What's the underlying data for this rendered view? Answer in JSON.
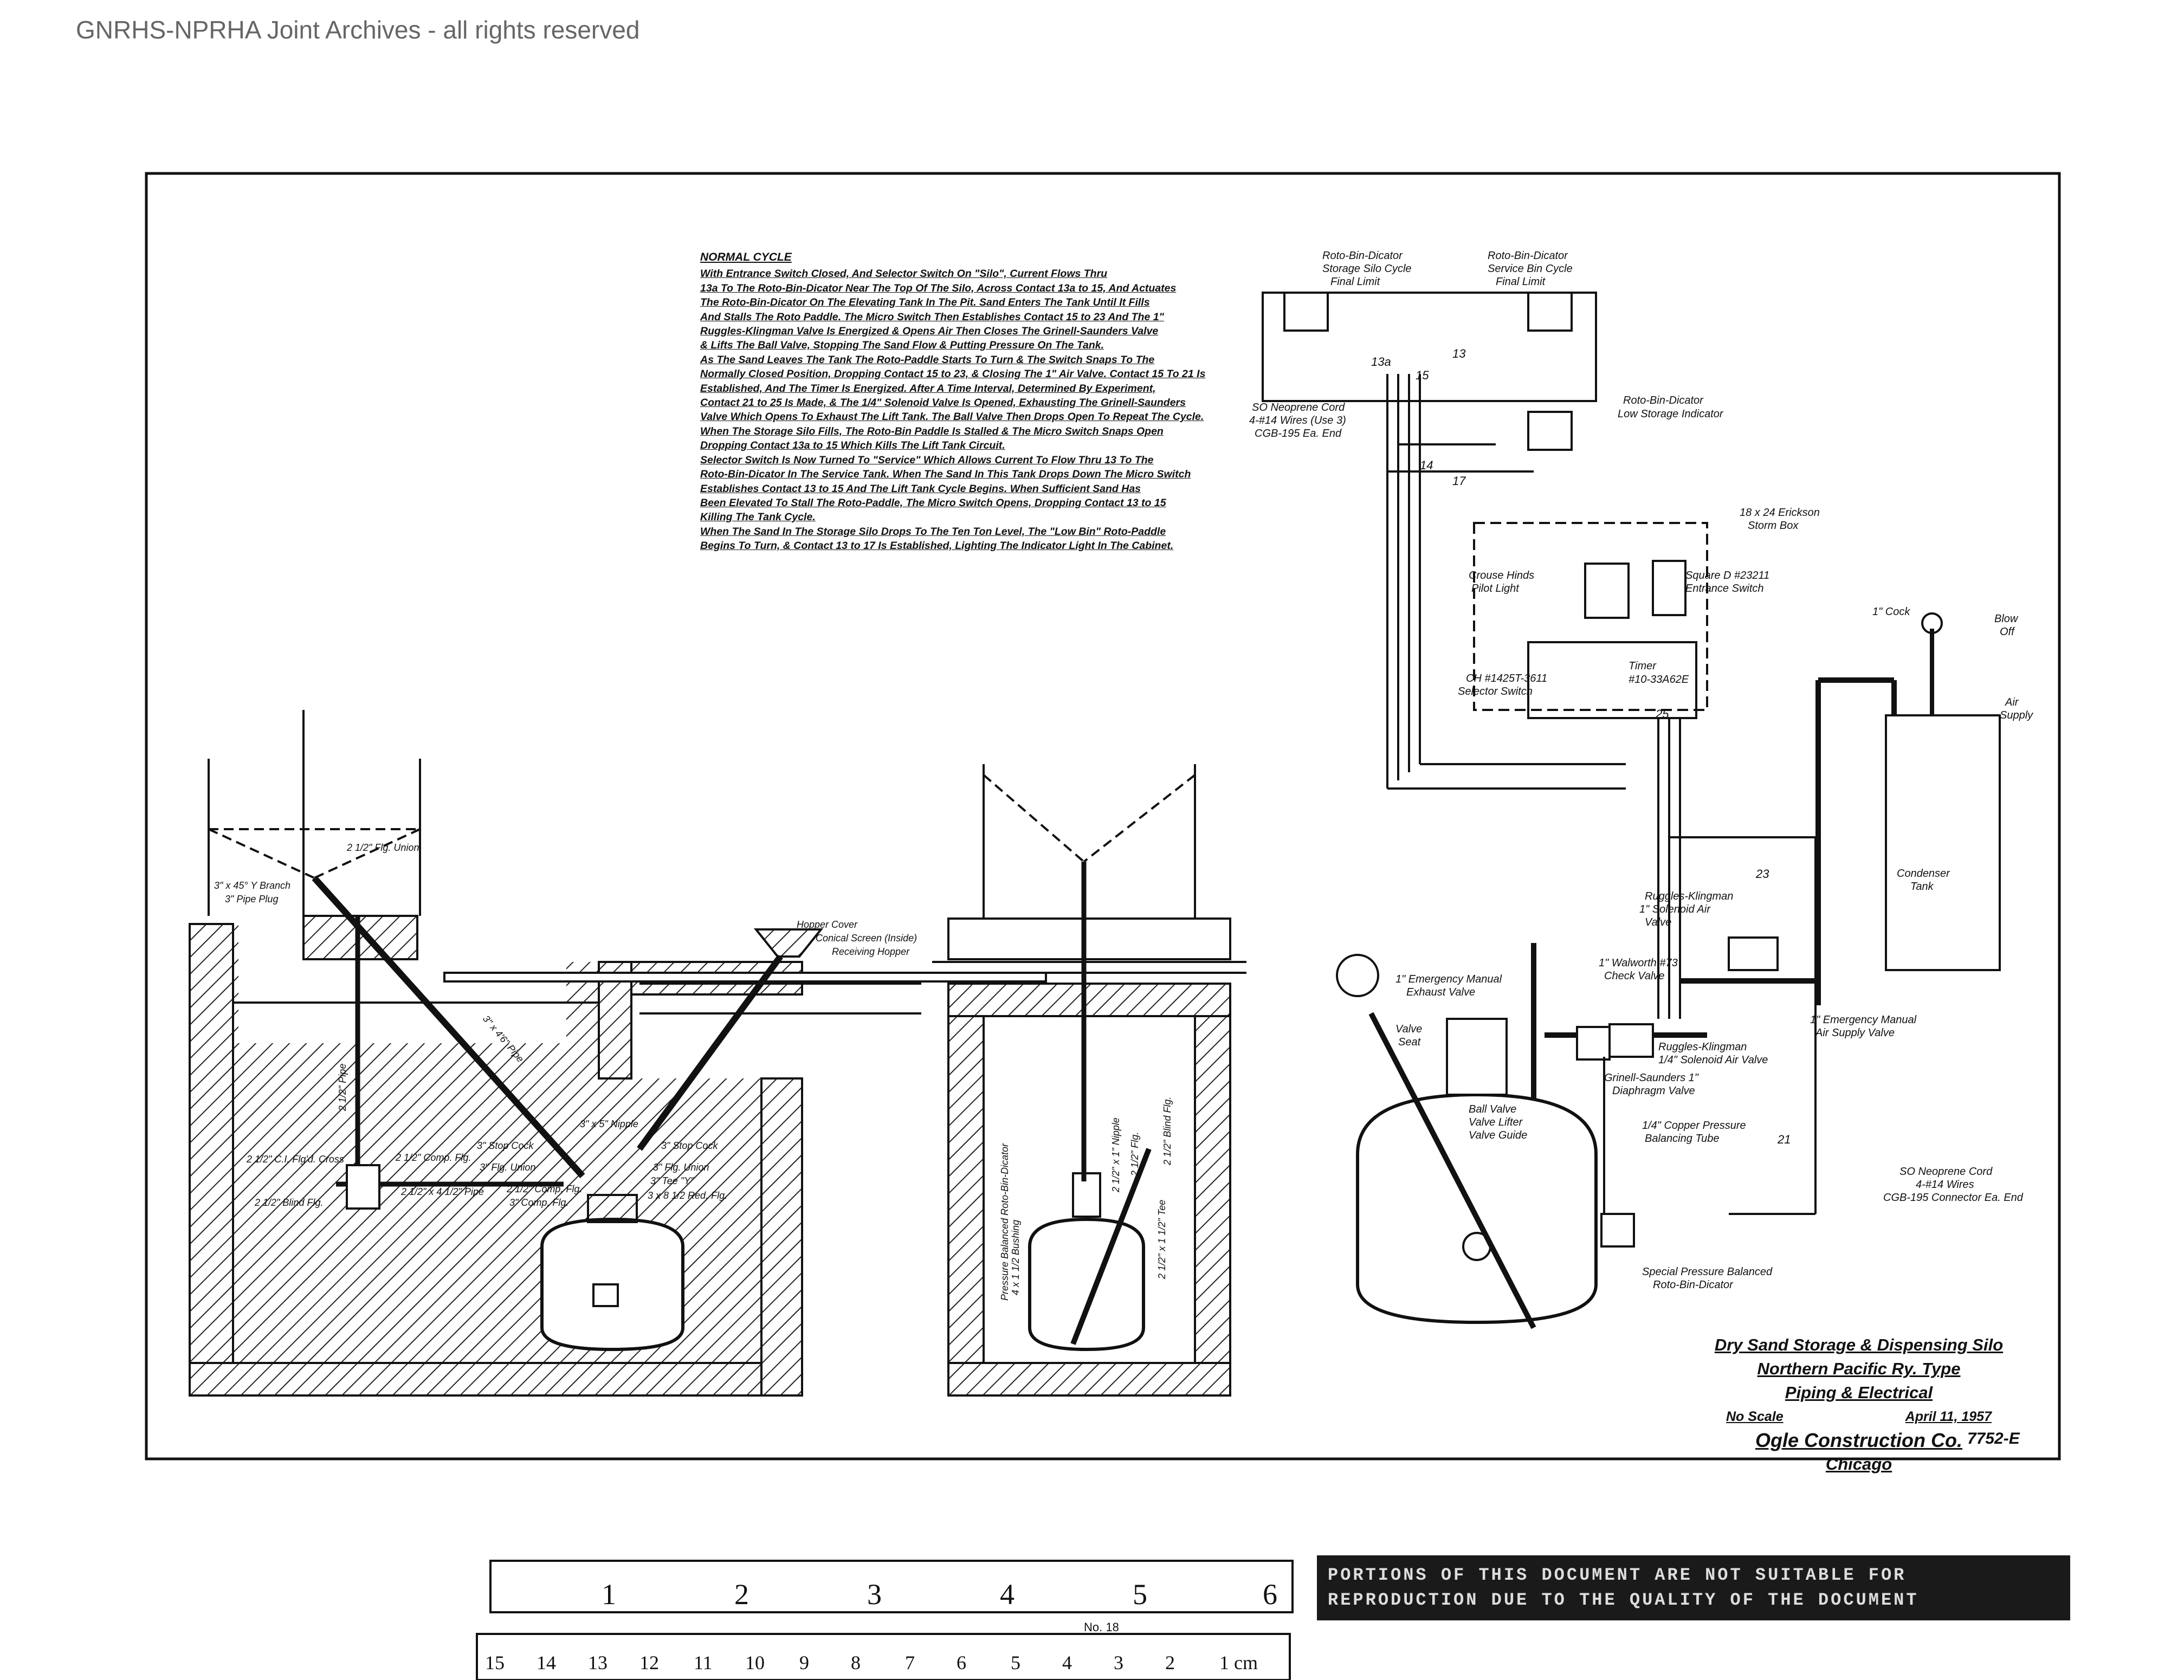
{
  "watermark": "GNRHS-NPRHA Joint Archives - all rights reserved",
  "notes": {
    "heading": "NORMAL CYCLE",
    "lines": [
      "With Entrance Switch Closed, And Selector Switch On \"Silo\", Current Flows Thru",
      "13a To The Roto-Bin-Dicator Near The Top Of The Silo, Across Contact 13a to 15, And Actuates",
      "The Roto-Bin-Dicator On The Elevating Tank In The Pit. Sand Enters The Tank Until It Fills",
      "And Stalls The Roto Paddle. The Micro Switch Then Establishes Contact 15 to 23 And The 1\"",
      "Ruggles-Klingman Valve Is Energized & Opens Air Then Closes The Grinell-Saunders Valve",
      "& Lifts The Ball Valve, Stopping The Sand Flow & Putting Pressure On The Tank.",
      "As The Sand Leaves The Tank The Roto-Paddle Starts To Turn & The Switch Snaps To The",
      "Normally Closed Position, Dropping Contact 15 to 23, & Closing The 1\" Air Valve. Contact 15 To 21 Is",
      "Established, And The Timer Is Energized. After A Time Interval, Determined By Experiment,",
      "Contact 21 to 25 Is Made, & The 1/4\" Solenoid Valve Is Opened, Exhausting The Grinell-Saunders",
      "Valve Which Opens To Exhaust The Lift Tank. The Ball Valve Then Drops Open To Repeat The Cycle.",
      "When The Storage Silo Fills, The Roto-Bin Paddle Is Stalled & The Micro Switch Snaps Open",
      "Dropping Contact 13a to 15 Which Kills The Lift Tank Circuit.",
      "Selector Switch Is Now Turned To \"Service\" Which Allows Current To Flow Thru 13 To The",
      "Roto-Bin-Dicator In The Service Tank. When The Sand In This Tank Drops Down The Micro Switch",
      "Establishes Contact 13 to 15 And The Lift Tank Cycle Begins. When Sufficient Sand Has",
      "Been Elevated To Stall The Roto-Paddle, The Micro Switch Opens, Dropping Contact 13 to 15",
      "Killing The Tank Cycle.",
      "When The Sand In The Storage Silo Drops To The Ten Ton Level, The \"Low Bin\" Roto-Paddle",
      "Begins To Turn, & Contact 13 to 17 Is Established, Lighting The Indicator Light In The Cabinet."
    ]
  },
  "electrical_labels": {
    "storage_limit": [
      "Roto-Bin-Dicator",
      "Storage Silo Cycle",
      "Final Limit"
    ],
    "service_limit": [
      "Roto-Bin-Dicator",
      "Service Bin Cycle",
      "Final Limit"
    ],
    "low_storage": [
      "Roto-Bin-Dicator",
      "Low Storage Indicator"
    ],
    "cord_top": [
      "SO Neoprene Cord",
      "4-#14 Wires (Use 3)",
      "CGB-195 Ea. End"
    ],
    "storm_box": [
      "18 x 24 Erickson",
      "Storm Box"
    ],
    "pilot_light": [
      "Crouse Hinds",
      "Pilot Light"
    ],
    "entrance_switch": [
      "Square D #23211",
      "Entrance Switch"
    ],
    "selector_switch": [
      "CH #1425T-3611",
      "Selector Switch"
    ],
    "timer": [
      "Timer",
      "#10-33A62E"
    ],
    "cord_bottom": [
      "SO Neoprene Cord",
      "4-#14 Wires",
      "CGB-195 Connector Ea. End"
    ],
    "wire_numbers": [
      "13a",
      "13",
      "15",
      "14",
      "17",
      "21",
      "23",
      "25"
    ]
  },
  "piping_labels": {
    "cock": "1\" Cock",
    "blow_off": [
      "Blow",
      "Off"
    ],
    "air_supply": [
      "Air",
      "Supply"
    ],
    "condenser": [
      "Condenser",
      "Tank"
    ],
    "ruggles_1in": [
      "Ruggles-Klingman",
      "1\" Solenoid Air",
      "Valve"
    ],
    "walworth": [
      "1\" Walworth #73",
      "Check Valve"
    ],
    "emergency_exhaust": [
      "1\" Emergency Manual",
      "Exhaust Valve"
    ],
    "valve_seat": [
      "Valve",
      "Seat"
    ],
    "emergency_supply": [
      "1\" Emergency Manual",
      "Air Supply Valve"
    ],
    "ruggles_quarter": [
      "Ruggles-Klingman",
      "1/4\" Solenoid Air Valve"
    ],
    "grinell": [
      "Grinell-Saunders 1\"",
      "Diaphragm Valve"
    ],
    "ball_valve": [
      "Ball Valve",
      "Valve Lifter",
      "Valve Guide"
    ],
    "copper_tube": [
      "1/4\" Copper Pressure",
      "Balancing Tube"
    ],
    "special_rbd": [
      "Special Pressure Balanced",
      "Roto-Bin-Dicator"
    ]
  },
  "section_labels": {
    "flg_union": "2 1/2\" Flg. Union",
    "y_branch": "3\" x 45° Y Branch",
    "pipe_plug": "3\" Pipe Plug",
    "pipe_25": "2 1/2\" Pipe",
    "pipe_3": "3\" x 4'6\" Pipe",
    "ci_cross": "2 1/2\" C.I. Flg'd. Cross",
    "comp_flg": "2 1/2\" Comp. Flg.",
    "blind_flg": "2 1/2\" Blind Flg.",
    "pipe_25b": "2 1/2\" x 4 1/2\" Pipe",
    "stop_cock_l": "3\" Stop Cock",
    "flg_union_l": "3\" Flg. Union",
    "nipple": "3\" x 5\" Nipple",
    "stop_cock_r": "3\" Stop Cock",
    "flg_union_r": "3\" Flg. Union",
    "tee": "3\" Tee \"Y\"",
    "red_flg": "3 x 8 1/2 Red. Flg.",
    "comp_flg_b": "2 1/2\" Comp. Flg.",
    "comp_flg_c": "3\" Comp. Flg.",
    "hopper": [
      "Hopper Cover",
      "Conical Screen (Inside)",
      "Receiving Hopper"
    ],
    "end_nipple": "2 1/2\" x 1\" Nipple",
    "end_flg": "2 1/2\" Flg.",
    "end_blind": "2 1/2\" Blind Flg.",
    "end_tee": "2 1/2\" x 1 1/2\" Tee",
    "end_rbd": "Pressure Balanced Roto-Bin-Dicator",
    "end_bushing": "4 x 1 1/2 Bushing"
  },
  "title_block": {
    "line1": "Dry Sand Storage & Dispensing Silo",
    "line2": "Northern Pacific Ry. Type",
    "line3": "Piping & Electrical",
    "scale": "No Scale",
    "date": "April 11, 1957",
    "company": "Ogle Construction Co.",
    "city": "Chicago",
    "drawing_number": "7752-E"
  },
  "ruler": {
    "inch_labels": [
      "1",
      "2",
      "3",
      "4",
      "5",
      "6"
    ],
    "cm_labels": [
      "1 cm",
      "2",
      "3",
      "4",
      "5",
      "6",
      "7",
      "8",
      "9",
      "10",
      "11",
      "12",
      "13",
      "14",
      "15"
    ],
    "maker": "No. 18"
  },
  "strip_notice": [
    "PORTIONS OF THIS DOCUMENT ARE NOT SUITABLE FOR",
    "REPRODUCTION DUE TO THE QUALITY OF THE DOCUMENT"
  ]
}
